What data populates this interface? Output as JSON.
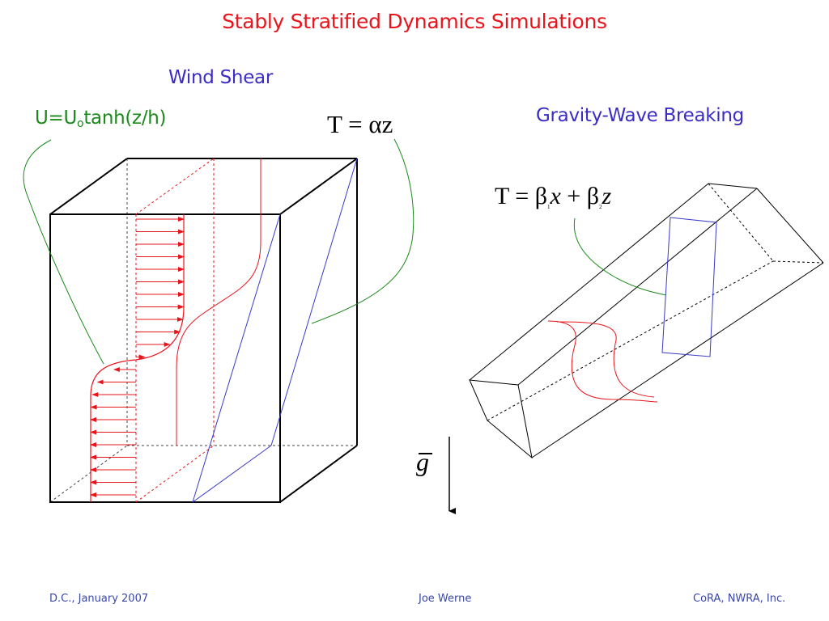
{
  "slide": {
    "title": "Stably Stratified Dynamics Simulations"
  },
  "wind_shear": {
    "title": "Wind Shear",
    "velocity_formula": {
      "lead": "U=U",
      "sub": "o",
      "rest": "tanh(z/h)"
    },
    "temperature_formula": "T = αz"
  },
  "gravity_wave": {
    "title": "Gravity-Wave Breaking",
    "temperature_formula": {
      "lead": "T = β",
      "sub1": "1",
      "x": "x",
      "mid": " + β",
      "sub2": "2",
      "z": "z"
    }
  },
  "gravity_vector": {
    "symbol": "g"
  },
  "colors": {
    "title": "#e8141b",
    "panel_titles": "#3a2cc4",
    "velocity_profile": "#e8141b",
    "isotherm": "#3a3ac8",
    "leader_lines": "#1b8a1b"
  },
  "footer": {
    "left": "D.C., January 2007",
    "center": "Joe Werne",
    "right": "CoRA, NWRA, Inc."
  }
}
